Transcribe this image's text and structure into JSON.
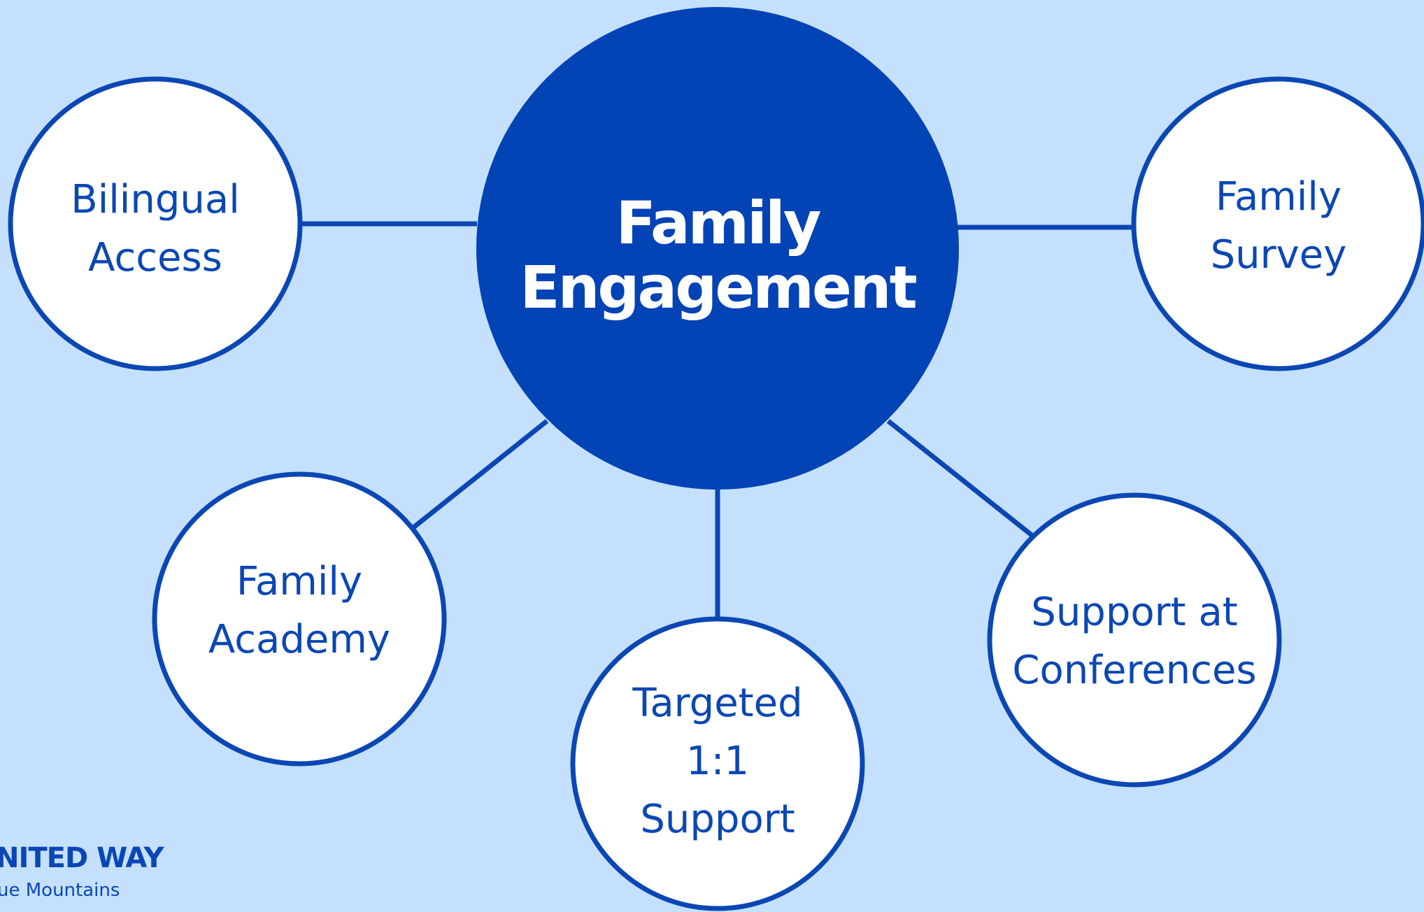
{
  "diagram": {
    "center": {
      "lines": [
        "Family",
        "Engagement"
      ]
    },
    "nodes": [
      {
        "id": "bilingual-access",
        "lines": [
          "Bilingual",
          "Access"
        ]
      },
      {
        "id": "family-survey",
        "lines": [
          "Family",
          "Survey"
        ]
      },
      {
        "id": "family-academy",
        "lines": [
          "Family",
          "Academy"
        ]
      },
      {
        "id": "targeted-support",
        "lines": [
          "Targeted",
          "1:1",
          "Support"
        ]
      },
      {
        "id": "support-at-conferences",
        "lines": [
          "Support at",
          "Conferences"
        ]
      }
    ]
  },
  "logo": {
    "line1": "NITED WAY",
    "line2": "ue Mountains"
  },
  "colors": {
    "background": "#c5e0fc",
    "accent": "#0243b5",
    "outline": "#0b47b4",
    "node_fill": "#ffffff"
  }
}
